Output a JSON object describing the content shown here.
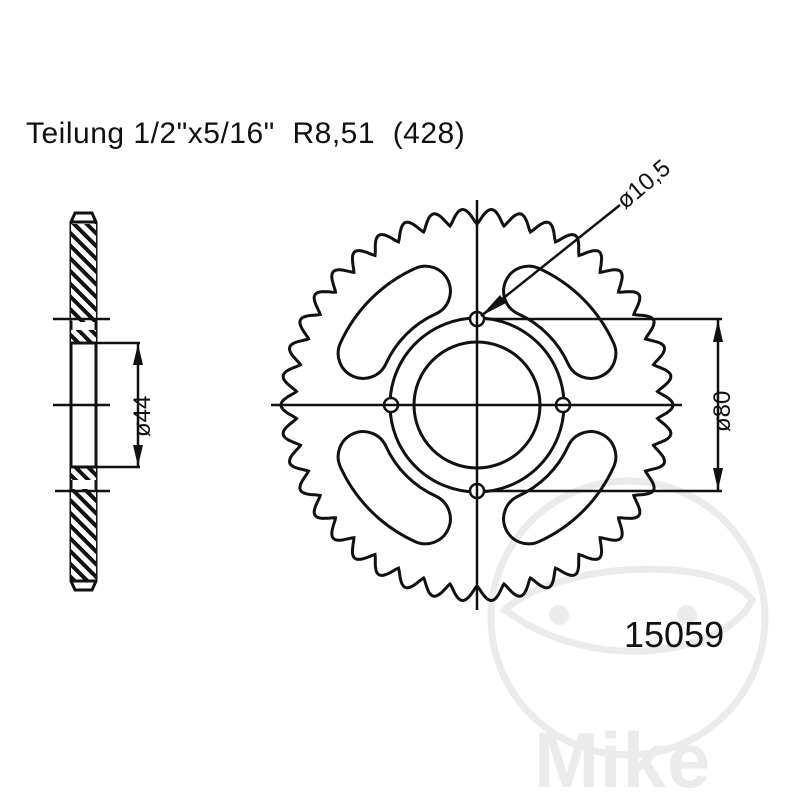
{
  "drawing": {
    "title": "Teilung 1/2\"x5/16\"  R8,51  (428)",
    "part_number": "15059",
    "watermark": "Mike",
    "dimensions": {
      "hub_diameter": "ø44",
      "bolt_circle_diameter": "ø80",
      "bolt_hole_diameter": "ø10,5"
    },
    "sprocket": {
      "teeth": 42,
      "bolt_holes": 4,
      "lightening_slots": 4
    },
    "colors": {
      "line": "#111111",
      "watermark": "#ebebeb",
      "background": "#ffffff"
    }
  }
}
